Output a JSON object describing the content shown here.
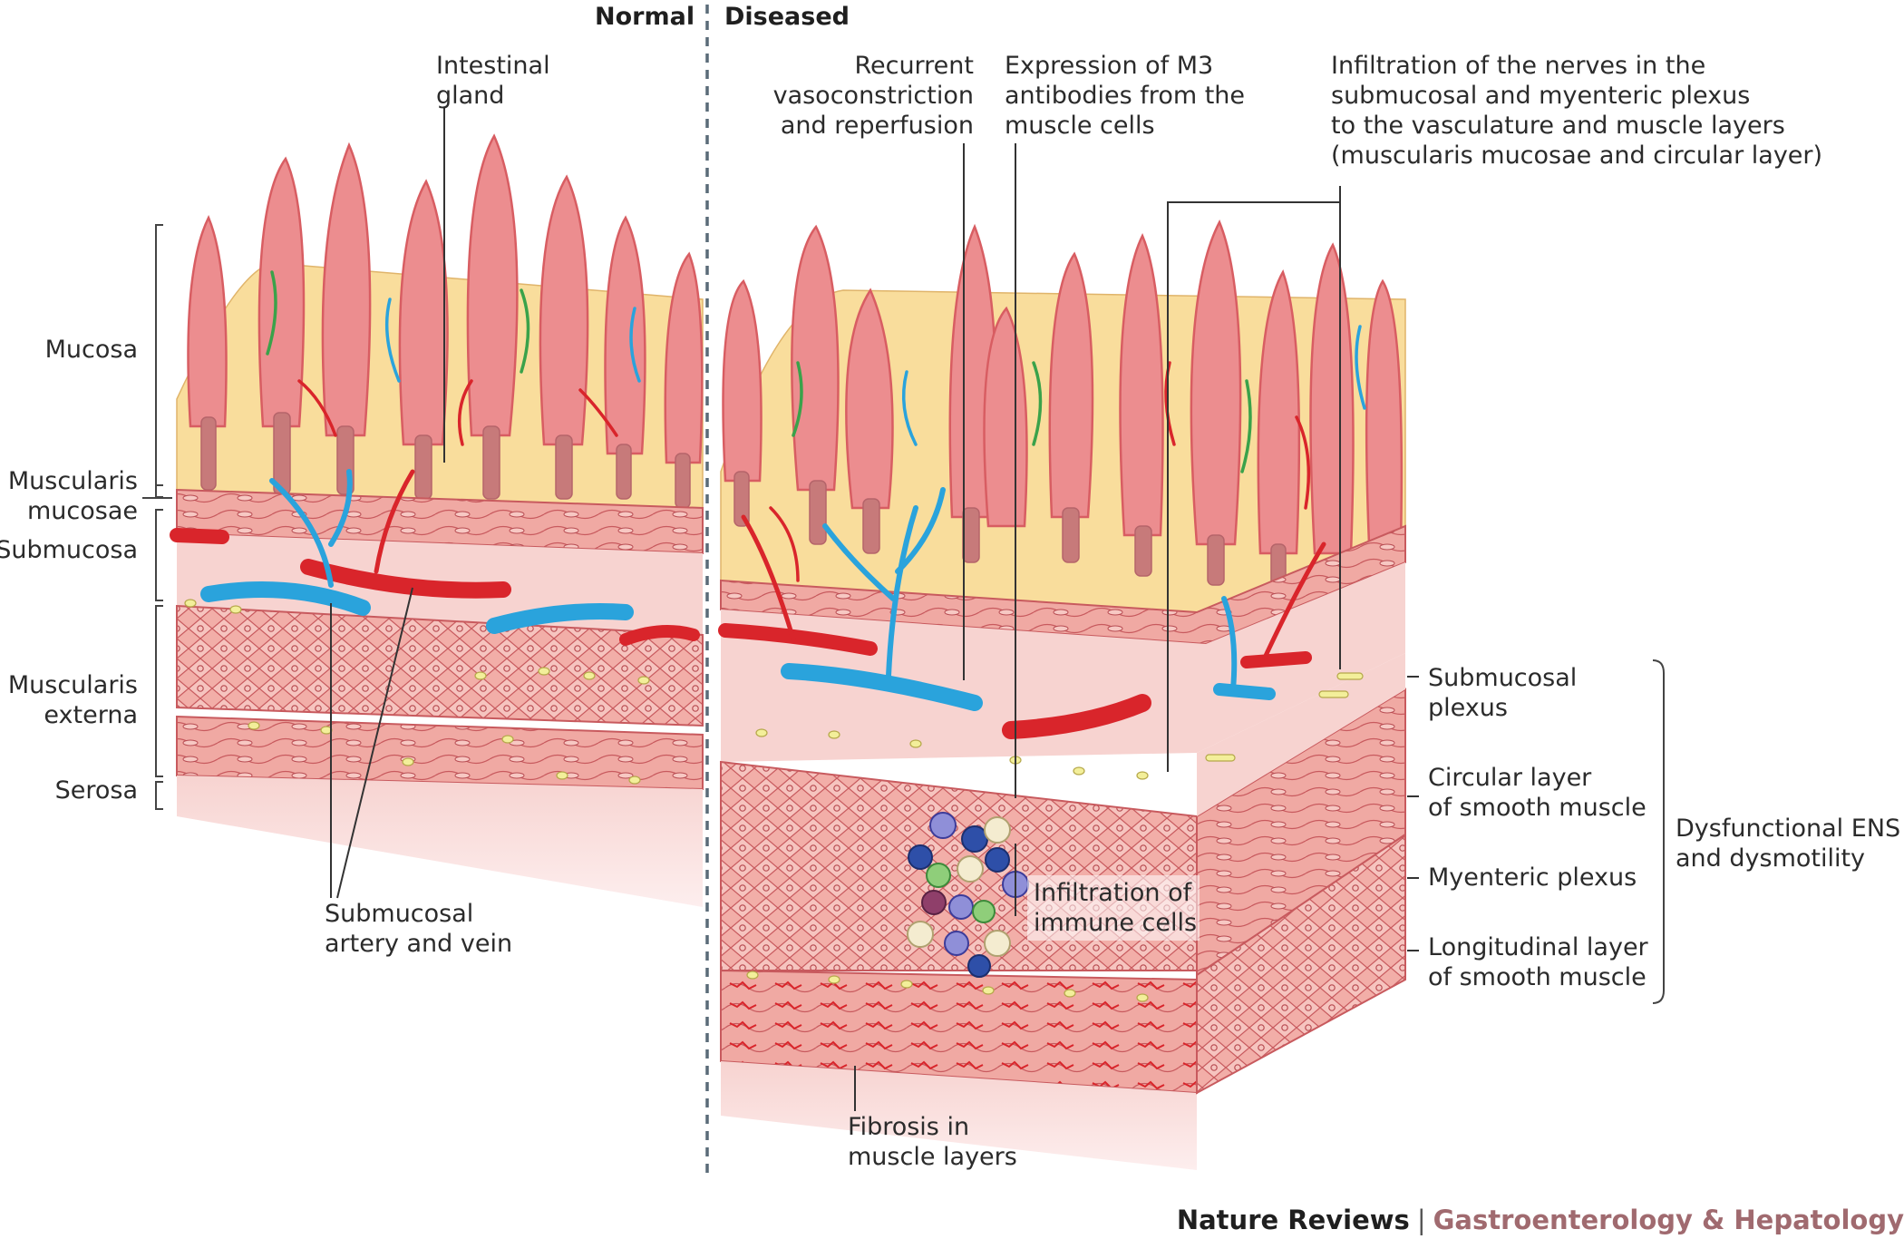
{
  "panels": {
    "normal": "Normal",
    "diseased": "Diseased"
  },
  "labels": {
    "intestinal_gland": "Intestinal\ngland",
    "recurrent_vaso": "Recurrent\nvasoconstriction\nand reperfusion",
    "m3_antibodies": "Expression of M3\nantibodies from the\nmuscle cells",
    "nerve_infiltration": "Infiltration of the nerves in the\nsubmucosal and myenteric plexus\nto the vasculature and muscle layers\n(muscularis mucosae and circular layer)",
    "mucosa": "Mucosa",
    "muscularis_mucosae": "Muscularis\nmucosae",
    "submucosa": "Submucosa",
    "muscularis_externa": "Muscularis\nexterna",
    "serosa": "Serosa",
    "submucosal_artery_vein": "Submucosal\nartery and vein",
    "submucosal_plexus": "Submucosal\nplexus",
    "circular_layer": "Circular layer\nof smooth muscle",
    "myenteric_plexus": "Myenteric plexus",
    "longitudinal_layer": "Longitudinal layer\nof smooth muscle",
    "dysfunctional_ens": "Dysfunctional ENS\nand dysmotility",
    "immune_infiltration": "Infiltration of\nimmune cells",
    "fibrosis": "Fibrosis in\nmuscle layers"
  },
  "credit": {
    "journal": "Nature Reviews",
    "separator": "|",
    "subject": "Gastroenterology & Hepatology"
  },
  "colors": {
    "villus": "#ec8d8f",
    "villus_edge": "#d85d62",
    "lamina": "#f9dd9c",
    "submucosa": "#f7d3d0",
    "muscle": "#f2aea8",
    "muscle_edge": "#c85a5e",
    "artery": "#d9252b",
    "vein": "#2aa3dc",
    "plexus": "#f3ef9a",
    "credit_subject": "#a06a6f"
  }
}
